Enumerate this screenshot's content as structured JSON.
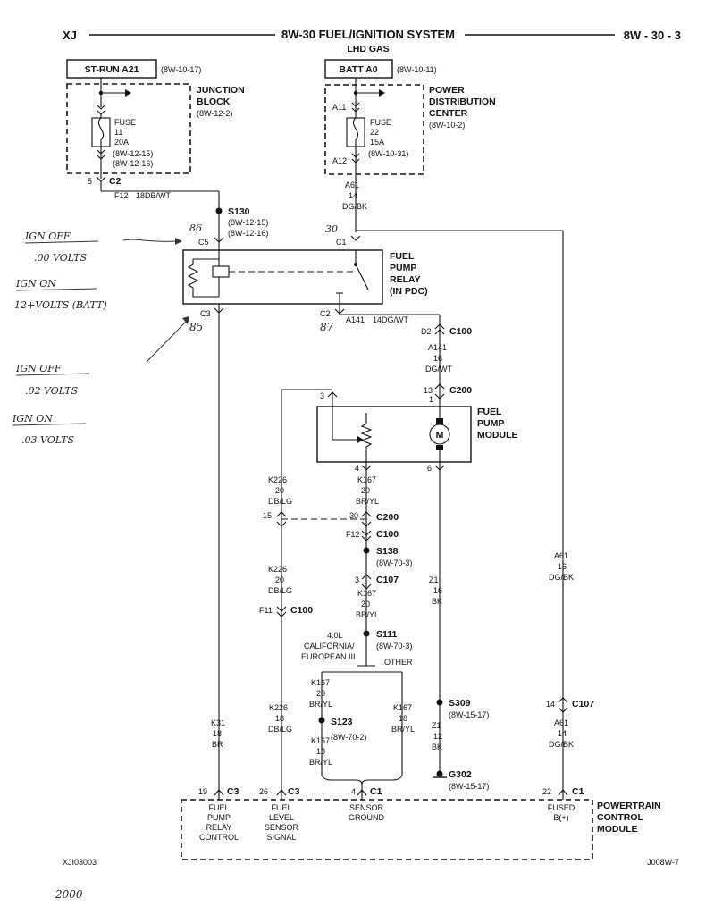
{
  "header": {
    "left": "XJ",
    "title": "8W-30 FUEL/IGNITION SYSTEM",
    "subtitle": "LHD GAS",
    "page": "8W - 30 - 3"
  },
  "source_boxes": {
    "st_run": {
      "label": "ST-RUN A21",
      "ref": "(8W-10-17)"
    },
    "batt": {
      "label": "BATT A0",
      "ref": "(8W-10-11)"
    }
  },
  "junction_block": {
    "name_line1": "JUNCTION",
    "name_line2": "BLOCK",
    "ref": "(8W-12-2)",
    "fuse_label": "FUSE",
    "fuse_num": "11",
    "fuse_amps": "20A",
    "ref1": "(8W-12-15)",
    "ref2": "(8W-12-16)"
  },
  "pdc": {
    "name_line1": "POWER",
    "name_line2": "DISTRIBUTION",
    "name_line3": "CENTER",
    "ref": "(8W-10-2)",
    "fuse_label": "FUSE",
    "fuse_num": "22",
    "fuse_amps": "15A",
    "ref1": "(8W-10-31)",
    "pin_in": "A11",
    "pin_out": "A12"
  },
  "wires": {
    "c2_pin": "5",
    "c2_label": "C2",
    "f12": "F12",
    "f12_gauge": "18DB/WT",
    "a61_top": {
      "circuit": "A61",
      "gauge": "14",
      "color": "DG/BK"
    },
    "s130": "S130",
    "s130_ref1": "(8W-12-15)",
    "s130_ref2": "(8W-12-16)",
    "relay_pin86": "86",
    "relay_pin_c5": "C5",
    "relay_pin30": "30",
    "relay_pin_c1": "C1",
    "relay_pin_c3": "C3",
    "relay_pin_c2": "C2",
    "a141_line": "A141",
    "a141_gauge": "14DG/WT",
    "d2": "D2",
    "c100_a": "C100",
    "a141_2": {
      "circuit": "A141",
      "gauge": "16",
      "color": "DG/WT"
    },
    "c200_pin13": "13",
    "c200_pin1": "1",
    "c200_a": "C200",
    "pump_pin3": "3",
    "pump_pin4": "4",
    "pump_pin6": "6",
    "k226_a": {
      "circuit": "K226",
      "gauge": "20",
      "color": "DB/LG"
    },
    "k167_a": {
      "circuit": "K167",
      "gauge": "20",
      "color": "BR/YL"
    },
    "c200_pin15": "15",
    "c200_pin30": "30",
    "c200_b": "C200",
    "f12_b": "F12",
    "c100_b": "C100",
    "s138": "S138",
    "s138_ref": "(8W-70-3)",
    "c107_pin3": "3",
    "c107_a": "C107",
    "k226_b": {
      "circuit": "K226",
      "gauge": "20",
      "color": "DB/LG"
    },
    "k167_b": {
      "circuit": "K167",
      "gauge": "20",
      "color": "BR/YL"
    },
    "f11": "F11",
    "c100_c": "C100",
    "s111": "S111",
    "s111_ref": "(8W-70-3)",
    "opt1_line1": "4.0L",
    "opt1_line2": "CALIFORNIA/",
    "opt1_line3": "EUROPEAN III",
    "opt2": "OTHER",
    "k167_c": {
      "circuit": "K167",
      "gauge": "20",
      "color": "BR/YL"
    },
    "k167_d": {
      "circuit": "K167",
      "gauge": "18",
      "color": "BR/YL"
    },
    "s123": "S123",
    "s123_ref": "(8W-70-2)",
    "k167_e": {
      "circuit": "K167",
      "gauge": "18",
      "color": "BR/YL"
    },
    "z1_a": {
      "circuit": "Z1",
      "gauge": "16",
      "color": "BK"
    },
    "s309": "S309",
    "s309_ref": "(8W-15-17)",
    "z1_b": {
      "circuit": "Z1",
      "gauge": "12",
      "color": "BK"
    },
    "g302": "G302",
    "g302_ref": "(8W-15-17)",
    "a61_b": {
      "circuit": "A61",
      "gauge": "16",
      "color": "DG/BK"
    },
    "c107_pin14": "14",
    "c107_b": "C107",
    "a61_c": {
      "circuit": "A61",
      "gauge": "14",
      "color": "DG/BK"
    },
    "k31": {
      "circuit": "K31",
      "gauge": "18",
      "color": "BR"
    },
    "k226_c": {
      "circuit": "K226",
      "gauge": "18",
      "color": "DB/LG"
    }
  },
  "relay": {
    "line1": "FUEL",
    "line2": "PUMP",
    "line3": "RELAY",
    "line4": "(IN PDC)"
  },
  "pump_module": {
    "line1": "FUEL",
    "line2": "PUMP",
    "line3": "MODULE",
    "motor": "M"
  },
  "pcm": {
    "line1": "POWERTRAIN",
    "line2": "CONTROL",
    "line3": "MODULE",
    "pins": [
      {
        "pin": "19",
        "conn": "C3",
        "l1": "FUEL",
        "l2": "PUMP",
        "l3": "RELAY",
        "l4": "CONTROL"
      },
      {
        "pin": "26",
        "conn": "C3",
        "l1": "FUEL",
        "l2": "LEVEL",
        "l3": "SENSOR",
        "l4": "SIGNAL"
      },
      {
        "pin": "4",
        "conn": "C1",
        "l1": "SENSOR",
        "l2": "GROUND"
      },
      {
        "pin": "22",
        "conn": "C1",
        "l1": "FUSED",
        "l2": "B(+)"
      }
    ]
  },
  "footer": {
    "left": "XJI03003",
    "right": "J008W-7"
  },
  "handwritten": {
    "ign_off_1": "IGN OFF",
    "val_1": ".00 VOLTS",
    "ign_on_1": "IGN ON",
    "val_2": "12+VOLTS (BATT)",
    "pin_86": "86",
    "pin_30": "30",
    "pin_85": "85",
    "pin_87": "87",
    "ign_off_2": "IGN OFF",
    "val_3": ".02 VOLTS",
    "ign_on_2": "IGN ON",
    "val_4": ".03 VOLTS",
    "year": "2000"
  }
}
